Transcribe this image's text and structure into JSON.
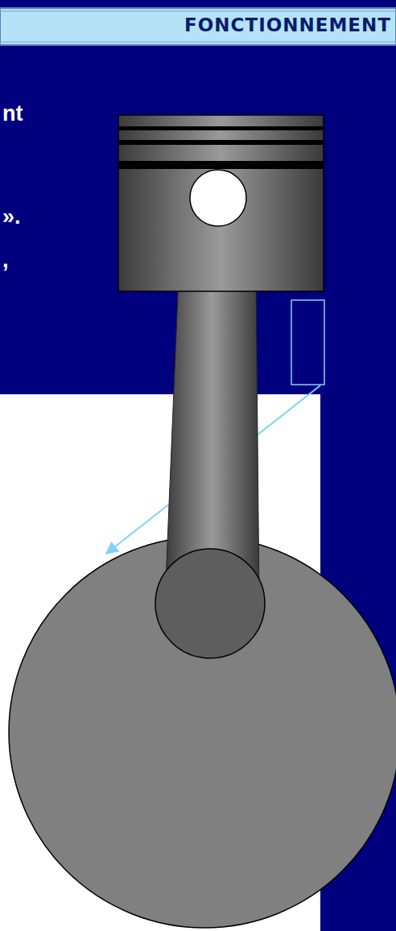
{
  "diagram": {
    "title": "FONCTIONNEMENT",
    "labels": [
      "nt",
      "».",
      ","
    ]
  }
}
